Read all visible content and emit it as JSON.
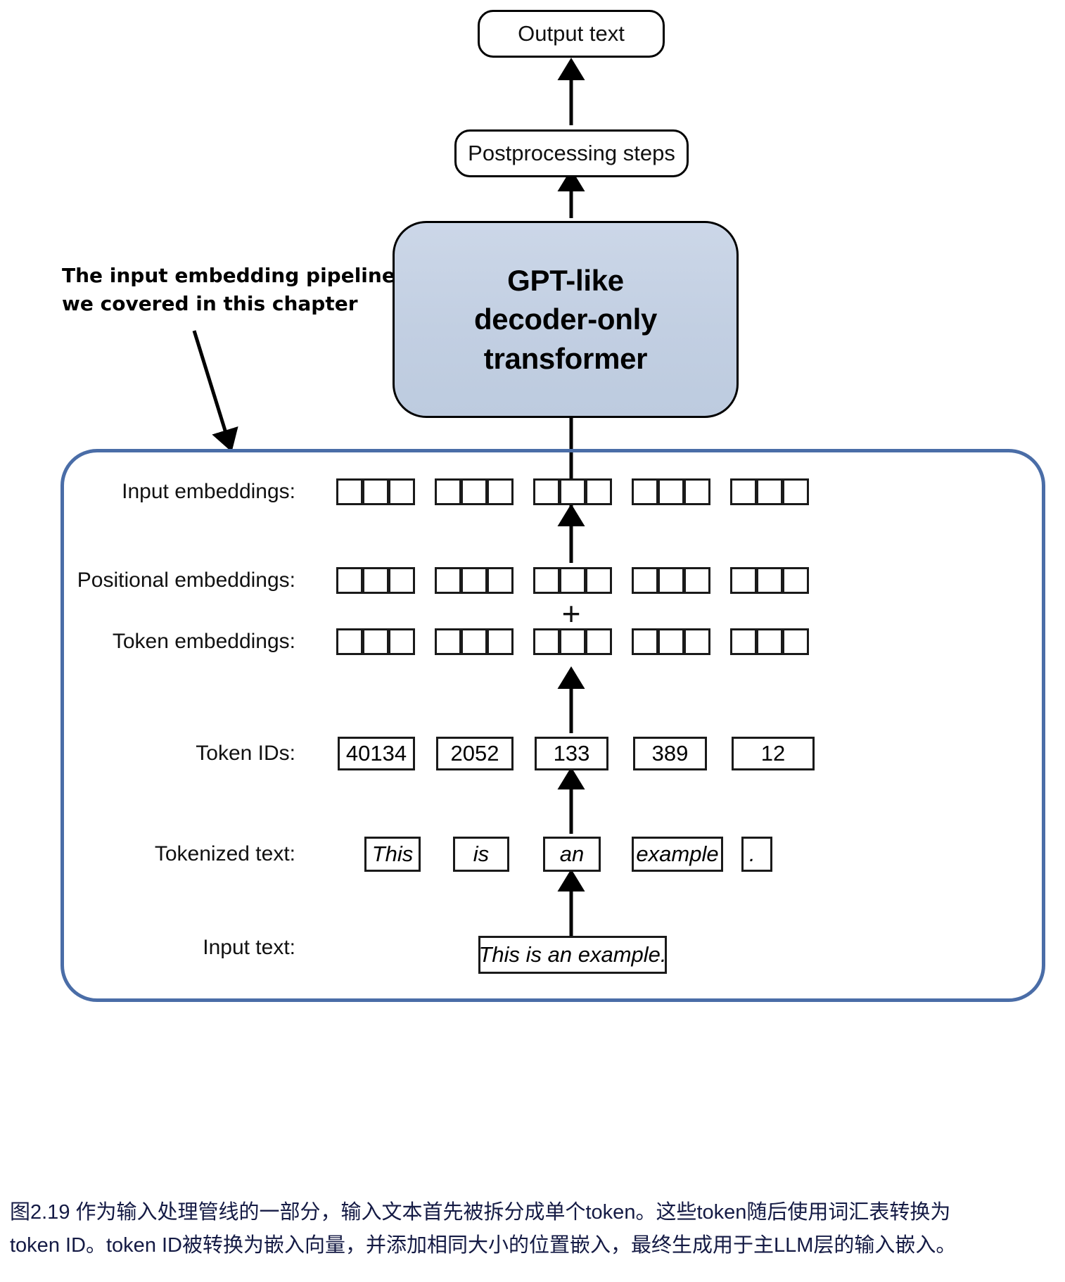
{
  "diagram": {
    "top_nodes": {
      "output_text": "Output text",
      "postprocessing": "Postprocessing steps",
      "model_line1": "GPT-like",
      "model_line2": "decoder-only",
      "model_line3": "transformer"
    },
    "annotation": {
      "line1": "The input embedding pipeline",
      "line2": "we covered in this chapter"
    },
    "rows": [
      {
        "label": "Input embeddings:",
        "kind": "cells",
        "groups": 5,
        "cells_per_group": 3
      },
      {
        "label": "Positional embeddings:",
        "kind": "cells",
        "groups": 5,
        "cells_per_group": 3
      },
      {
        "label": "Token embeddings:",
        "kind": "cells",
        "groups": 5,
        "cells_per_group": 3
      },
      {
        "label": "Token IDs:",
        "kind": "values",
        "values": [
          "40134",
          "2052",
          "133",
          "389",
          "12"
        ]
      },
      {
        "label": "Tokenized text:",
        "kind": "values",
        "values": [
          "This",
          "is",
          "an",
          "example",
          "."
        ]
      },
      {
        "label": "Input text:",
        "kind": "values",
        "values": [
          "This is an example."
        ]
      }
    ],
    "operator": "+",
    "colors": {
      "model_fill": "#c6d2e4",
      "pipeline_border": "#4a6da7",
      "stroke": "#000000",
      "caption_text": "#141a44"
    }
  },
  "caption": {
    "line1": "图2.19 作为输入处理管线的一部分，输入文本首先被拆分成单个token。这些token随后使用词汇表转换为",
    "line2": "token ID。token ID被转换为嵌入向量，并添加相同大小的位置嵌入，最终生成用于主LLM层的输入嵌入。"
  }
}
